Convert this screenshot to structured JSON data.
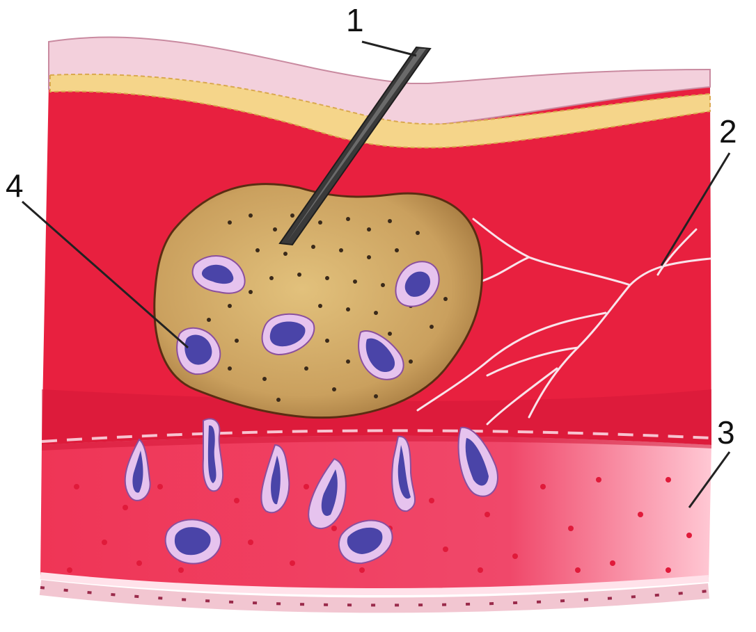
{
  "labels": {
    "l1": "1",
    "l2": "2",
    "l3": "3",
    "l4": "4"
  },
  "colors": {
    "tissue_red": "#e8203f",
    "tissue_light": "#ffd6de",
    "epidermis": "#f3d0dc",
    "fat_yellow": "#f5d58a",
    "inflammation_focus": "#c9a05a",
    "cell_fill": "#4a44a8",
    "cell_membrane": "#e6c3ee",
    "vessel_dots": "#e01a3a",
    "vessel_lines": "#f9e3ea",
    "splinter": "#3a3a3a"
  }
}
